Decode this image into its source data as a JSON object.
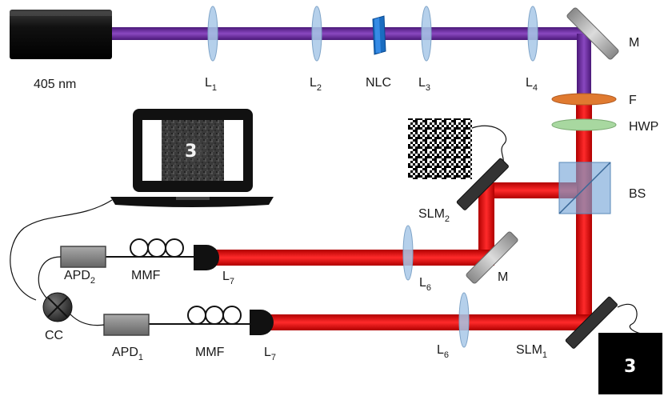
{
  "labels": {
    "source": "405 nm",
    "l1": {
      "main": "L",
      "sub": "1"
    },
    "l2": {
      "main": "L",
      "sub": "2"
    },
    "nlc": "NLC",
    "l3": {
      "main": "L",
      "sub": "3"
    },
    "l4": {
      "main": "L",
      "sub": "4"
    },
    "mirror_top": "M",
    "filter": "F",
    "hwp": "HWP",
    "bs": "BS",
    "slm2": {
      "main": "SLM",
      "sub": "2"
    },
    "mirror_mid": "M",
    "l6_top": {
      "main": "L",
      "sub": "6"
    },
    "l7_top": {
      "main": "L",
      "sub": "7"
    },
    "mmf_top": "MMF",
    "apd2": {
      "main": "APD",
      "sub": "2"
    },
    "cc": "CC",
    "apd1": {
      "main": "APD",
      "sub": "1"
    },
    "mmf_bottom": "MMF",
    "l7_bottom": {
      "main": "L",
      "sub": "7"
    },
    "l6_bottom": {
      "main": "L",
      "sub": "6"
    },
    "slm1": {
      "main": "SLM",
      "sub": "1"
    }
  },
  "displays": {
    "laptop_image": "3",
    "slm1_pattern": "3"
  },
  "colors": {
    "pump_beam": "#6a2a9c",
    "signal_beam": "#e01010",
    "filter": "#e07a30",
    "hwp": "#a8d8a0",
    "bs": "#7aa8d8",
    "lens": "#a8c8e8",
    "nlc": "#1a6cc0"
  }
}
